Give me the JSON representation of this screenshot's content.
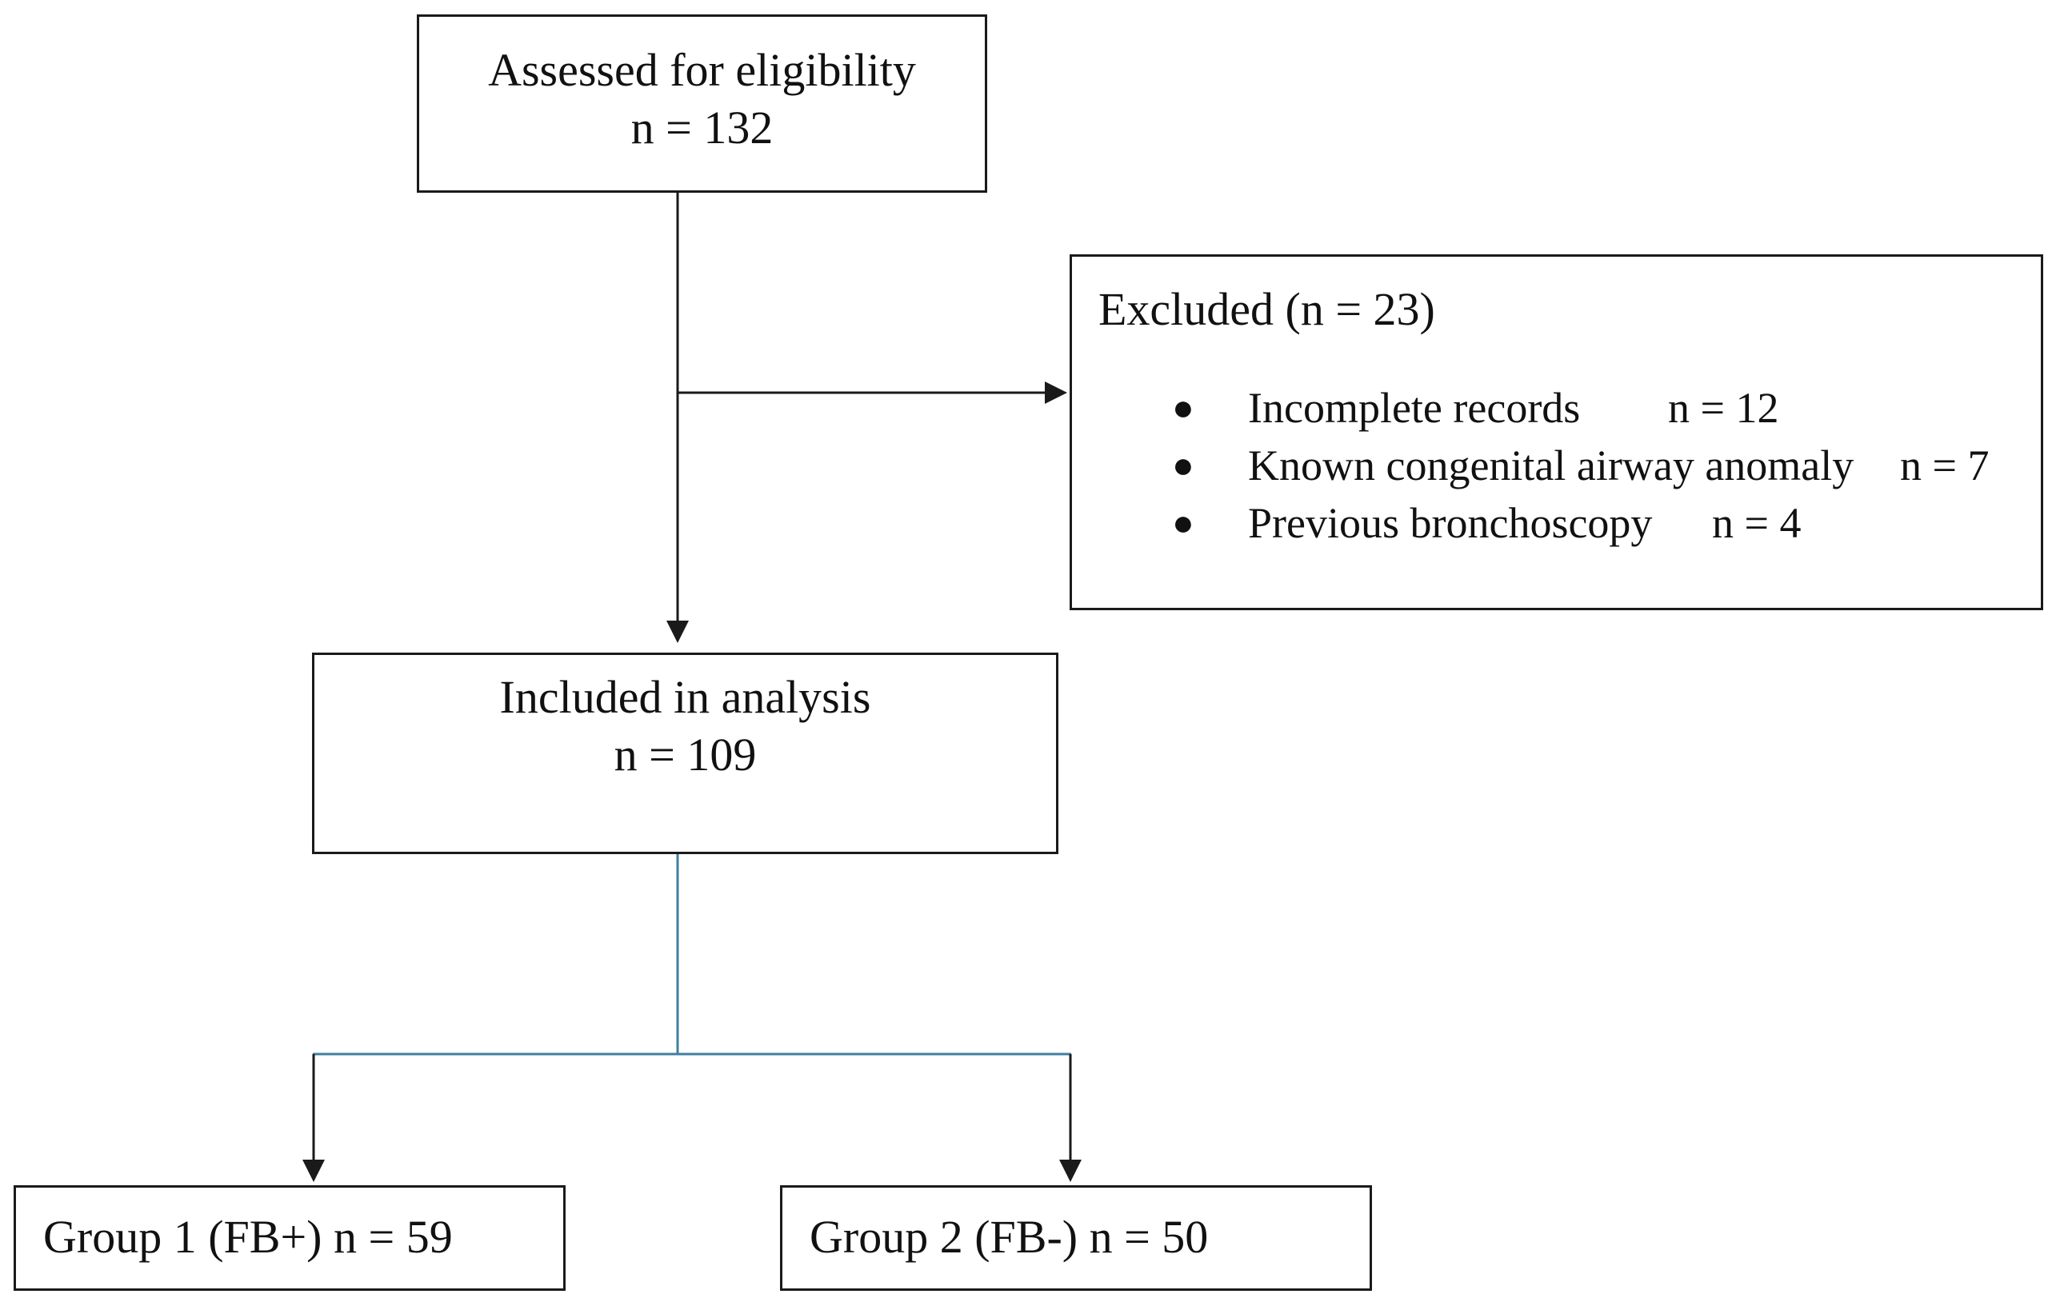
{
  "assessed": {
    "label": "Assessed for eligibility",
    "count": "n = 132"
  },
  "excluded": {
    "title": "Excluded (n = 23)",
    "reasons": [
      {
        "label": "Incomplete records",
        "count": "n = 12"
      },
      {
        "label": "Known congenital airway anomaly",
        "count": "n = 7"
      },
      {
        "label": "Previous bronchoscopy",
        "count": "n = 4"
      }
    ]
  },
  "included": {
    "label": "Included in analysis",
    "count": "n = 109"
  },
  "groups": [
    {
      "label": "Group 1 (FB+) n = 59"
    },
    {
      "label": "Group 2 (FB-) n = 50"
    }
  ],
  "colors": {
    "line": "#1a1a1a",
    "split_line": "#3f7fa0"
  }
}
